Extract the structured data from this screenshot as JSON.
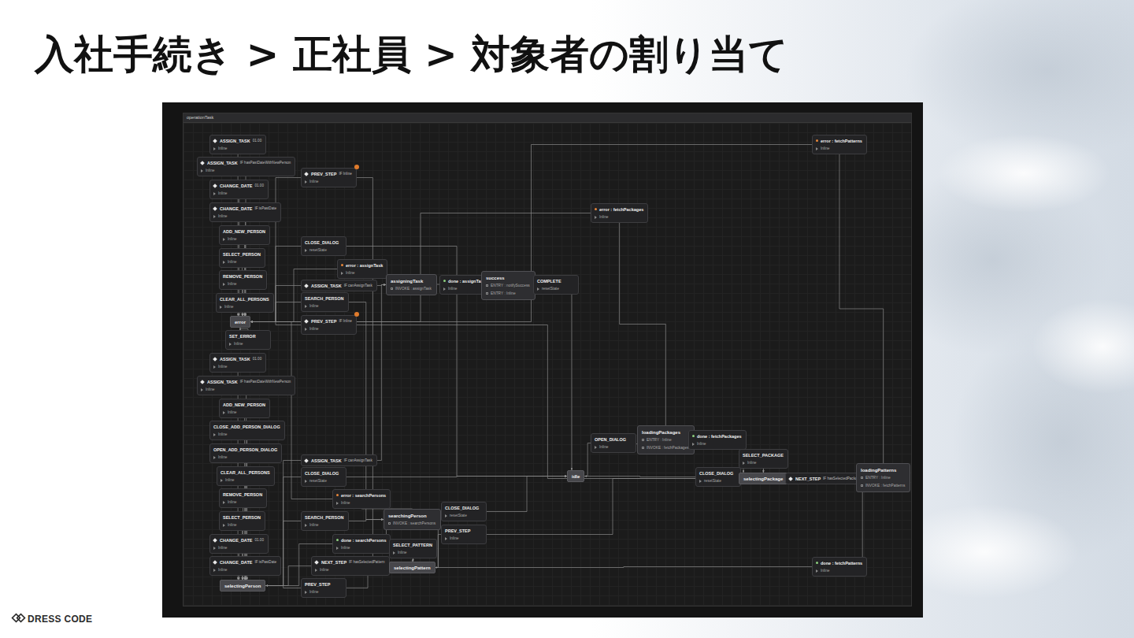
{
  "diagram": {
    "title": "入社手続き > 正社員 >  対象者の割り当て",
    "nodes": [
      {
        "text": [
          "operationTask"
        ]
      },
      {
        "text": [
          "ASSIGN_TASK",
          "01.00",
          "Inline"
        ],
        "in": 0
      },
      {
        "text": [
          "ASSIGN_TASK",
          "IF hasPastDateWithNewPerson",
          "Inline"
        ],
        "in": 0
      },
      {
        "text": [
          "CHANGE_DATE",
          "01.00",
          "Inline"
        ],
        "in": 0
      },
      {
        "text": [
          "CHANGE_DATE",
          "IF isPastDate",
          "Inline"
        ],
        "in": 0
      },
      {
        "text": [
          "ADD_NEW_PERSON",
          "Inline"
        ],
        "in": 0
      },
      {
        "text": [
          "SELECT_PERSON",
          "Inline"
        ],
        "in": 0
      },
      {
        "text": [
          "REMOVE_PERSON",
          "Inline"
        ],
        "in": 0
      },
      {
        "text": [
          "CLEAR_ALL_PERSONS",
          "Inline"
        ],
        "in": 0
      },
      {
        "text": [
          "error"
        ],
        "in": 0
      },
      {
        "text": [
          "SET_ERROR",
          "Inline"
        ],
        "in": 0
      },
      {
        "text": [
          "ASSIGN_TASK",
          "01.00",
          "Inline"
        ],
        "in": 0
      },
      {
        "text": [
          "ASSIGN_TASK",
          "IF hasPastDateWithNewPerson",
          "Inline"
        ],
        "in": 0
      },
      {
        "text": [
          "ADD_NEW_PERSON",
          "Inline"
        ],
        "in": 0
      },
      {
        "text": [
          "CLOSE_ADD_PERSON_DIALOG",
          "Inline"
        ],
        "in": 0
      },
      {
        "text": [
          "OPEN_ADD_PERSON_DIALOG",
          "Inline"
        ],
        "in": 0
      },
      {
        "text": [
          "CLEAR_ALL_PERSONS",
          "Inline"
        ],
        "in": 0
      },
      {
        "text": [
          "REMOVE_PERSON",
          "Inline"
        ],
        "in": 0
      },
      {
        "text": [
          "SELECT_PERSON",
          "Inline"
        ],
        "in": 0
      },
      {
        "text": [
          "CHANGE_DATE",
          "01.00",
          "Inline"
        ],
        "in": 0
      },
      {
        "text": [
          "CHANGE_DATE",
          "IF isPastDate",
          "Inline"
        ],
        "in": 0
      },
      {
        "text": [
          "selectingPerson"
        ],
        "in": 0
      },
      {
        "text": [
          "PREV_STEP",
          "IF Inline",
          "Inline"
        ],
        "in": 0
      },
      {
        "text": [
          "CLOSE_DIALOG",
          "resetState"
        ],
        "in": 0
      },
      {
        "text": [
          "error : assignTask",
          "Inline"
        ],
        "in": 0
      },
      {
        "text": [
          "ASSIGN_TASK",
          "IF canAssignTask"
        ],
        "in": 0
      },
      {
        "text": [
          "SEARCH_PERSON",
          "Inline"
        ],
        "in": 0
      },
      {
        "text": [
          "PREV_STEP",
          "IF Inline",
          "Inline"
        ],
        "in": 0
      },
      {
        "text": [
          "ASSIGN_TASK",
          "IF canAssignTask"
        ],
        "in": 0
      },
      {
        "text": [
          "CLOSE_DIALOG",
          "resetState"
        ],
        "in": 0
      },
      {
        "text": [
          "error : searchPersons",
          "Inline"
        ],
        "in": 0
      },
      {
        "text": [
          "SEARCH_PERSON",
          "Inline"
        ],
        "in": 0
      },
      {
        "text": [
          "done : searchPersons",
          "Inline"
        ],
        "in": 0
      },
      {
        "text": [
          "NEXT_STEP",
          "IF hasSelectedPattern",
          "Inline"
        ],
        "in": 0
      },
      {
        "text": [
          "PREV_STEP",
          "Inline"
        ],
        "in": 0
      },
      {
        "text": [
          "assigningTask",
          "INVOKE : assignTask"
        ],
        "in": 0
      },
      {
        "text": [
          "done : assignTask",
          "Inline"
        ],
        "in": 0
      },
      {
        "text": [
          "success",
          "ENTRY : notifySuccess",
          "ENTRY : Inline"
        ],
        "in": 0
      },
      {
        "text": [
          "COMPLETE",
          "resetState"
        ],
        "in": 0
      },
      {
        "text": [
          "searchingPerson",
          "INVOKE : searchPersons"
        ],
        "in": 0
      },
      {
        "text": [
          "CLOSE_DIALOG",
          "resetState"
        ],
        "in": 0
      },
      {
        "text": [
          "PREV_STEP",
          "Inline"
        ],
        "in": 0
      },
      {
        "text": [
          "SELECT_PATTERN",
          "Inline"
        ],
        "in": 0
      },
      {
        "text": [
          "selectingPattern"
        ],
        "in": 0
      },
      {
        "text": [
          "idle"
        ],
        "in": 0
      },
      {
        "text": [
          "OPEN_DIALOG",
          "Inline"
        ],
        "in": 0
      },
      {
        "text": [
          "loadingPackages",
          "ENTRY : Inline",
          "INVOKE : fetchPackages"
        ],
        "in": 0
      },
      {
        "text": [
          "done : fetchPackages",
          "Inline"
        ],
        "in": 0
      },
      {
        "text": [
          "error : fetchPackages",
          "Inline"
        ],
        "in": 0
      },
      {
        "text": [
          "error : fetchPatterns",
          "Inline"
        ],
        "in": 0
      },
      {
        "text": [
          "SELECT_PACKAGE",
          "Inline"
        ],
        "in": 0
      },
      {
        "text": [
          "CLOSE_DIALOG",
          "resetState"
        ],
        "in": 0
      },
      {
        "text": [
          "selectingPackage"
        ],
        "in": 0
      },
      {
        "text": [
          "NEXT_STEP",
          "IF hasSelectedPackage"
        ],
        "in": 0
      },
      {
        "text": [
          "loadingPatterns",
          "ENTRY : Inline",
          "INVOKE : fetchPatterns"
        ],
        "in": 0
      },
      {
        "text": [
          "done : fetchPatterns",
          "Inline"
        ],
        "in": 0
      }
    ],
    "edges": [
      {
        "from": 1,
        "to": 9,
        "arrow": "to"
      },
      {
        "from": 2,
        "to": 9,
        "arrow": "to"
      },
      {
        "from": 3,
        "to": 9,
        "arrow": "to"
      },
      {
        "from": 4,
        "to": 9,
        "arrow": "to"
      },
      {
        "from": 5,
        "to": 9,
        "arrow": "to"
      },
      {
        "from": 6,
        "to": 9,
        "arrow": "to"
      },
      {
        "from": 7,
        "to": 9,
        "arrow": "to"
      },
      {
        "from": 8,
        "to": 9,
        "arrow": "to"
      },
      {
        "from": 10,
        "to": 9,
        "arrow": "to"
      },
      {
        "from": 11,
        "to": 21,
        "arrow": "to"
      },
      {
        "from": 12,
        "to": 21,
        "arrow": "to"
      },
      {
        "from": 13,
        "to": 21,
        "arrow": "to"
      },
      {
        "from": 14,
        "to": 21,
        "arrow": "to"
      },
      {
        "from": 15,
        "to": 21,
        "arrow": "to"
      },
      {
        "from": 16,
        "to": 21,
        "arrow": "to"
      },
      {
        "from": 17,
        "to": 21,
        "arrow": "to"
      },
      {
        "from": 18,
        "to": 21,
        "arrow": "to"
      },
      {
        "from": 19,
        "to": 21,
        "arrow": "to"
      },
      {
        "from": 20,
        "to": 21,
        "arrow": "to"
      },
      {
        "from": 9,
        "to": 22,
        "arrow": "none"
      },
      {
        "from": 22,
        "to": 43,
        "arrow": "to"
      },
      {
        "from": 9,
        "to": 23,
        "arrow": "none"
      },
      {
        "from": 23,
        "to": 44,
        "arrow": "to"
      },
      {
        "from": 35,
        "to": 24,
        "arrow": "none"
      },
      {
        "from": 24,
        "to": 9,
        "arrow": "to"
      },
      {
        "from": 9,
        "to": 25,
        "arrow": "none"
      },
      {
        "from": 25,
        "to": 35,
        "arrow": "to"
      },
      {
        "from": 9,
        "to": 26,
        "arrow": "none"
      },
      {
        "from": 26,
        "to": 39,
        "arrow": "to"
      },
      {
        "from": 9,
        "to": 27,
        "arrow": "none"
      },
      {
        "from": 27,
        "to": 52,
        "arrow": "to"
      },
      {
        "from": 21,
        "to": 28,
        "arrow": "none"
      },
      {
        "from": 28,
        "to": 35,
        "arrow": "to"
      },
      {
        "from": 21,
        "to": 29,
        "arrow": "none"
      },
      {
        "from": 29,
        "to": 44,
        "arrow": "to"
      },
      {
        "from": 39,
        "to": 30,
        "arrow": "none"
      },
      {
        "from": 30,
        "to": 9,
        "arrow": "to"
      },
      {
        "from": 21,
        "to": 31,
        "arrow": "none"
      },
      {
        "from": 31,
        "to": 39,
        "arrow": "to"
      },
      {
        "from": 39,
        "to": 32,
        "arrow": "none"
      },
      {
        "from": 32,
        "to": 21,
        "arrow": "to"
      },
      {
        "from": 43,
        "to": 33,
        "arrow": "none"
      },
      {
        "from": 33,
        "to": 21,
        "arrow": "to"
      },
      {
        "from": 21,
        "to": 34,
        "arrow": "none"
      },
      {
        "from": 34,
        "to": 43,
        "arrow": "to"
      },
      {
        "from": 35,
        "to": 36,
        "arrow": "none"
      },
      {
        "from": 36,
        "to": 37,
        "arrow": "to"
      },
      {
        "from": 37,
        "to": 38,
        "arrow": "none"
      },
      {
        "from": 38,
        "to": 44,
        "arrow": "to"
      },
      {
        "from": 43,
        "to": 40,
        "arrow": "none"
      },
      {
        "from": 40,
        "to": 44,
        "arrow": "to"
      },
      {
        "from": 43,
        "to": 41,
        "arrow": "none"
      },
      {
        "from": 41,
        "to": 52,
        "arrow": "to"
      },
      {
        "from": 43,
        "to": 42,
        "arrow": "none"
      },
      {
        "from": 42,
        "to": 43,
        "arrow": "to"
      },
      {
        "from": 44,
        "to": 45,
        "arrow": "none"
      },
      {
        "from": 45,
        "to": 46,
        "arrow": "to"
      },
      {
        "from": 46,
        "to": 47,
        "arrow": "none"
      },
      {
        "from": 47,
        "to": 52,
        "arrow": "to"
      },
      {
        "from": 46,
        "to": 48,
        "arrow": "none"
      },
      {
        "from": 48,
        "to": 9,
        "arrow": "to"
      },
      {
        "from": 54,
        "to": 49,
        "arrow": "none"
      },
      {
        "from": 49,
        "to": 9,
        "arrow": "to"
      },
      {
        "from": 52,
        "to": 50,
        "arrow": "none"
      },
      {
        "from": 50,
        "to": 52,
        "arrow": "to"
      },
      {
        "from": 52,
        "to": 51,
        "arrow": "none"
      },
      {
        "from": 51,
        "to": 44,
        "arrow": "to"
      },
      {
        "from": 52,
        "to": 53,
        "arrow": "none"
      },
      {
        "from": 53,
        "to": 54,
        "arrow": "to"
      },
      {
        "from": 54,
        "to": 55,
        "arrow": "none"
      },
      {
        "from": 55,
        "to": 43,
        "arrow": "to"
      }
    ],
    "labels": [
      "DRESS CODE"
    ]
  }
}
